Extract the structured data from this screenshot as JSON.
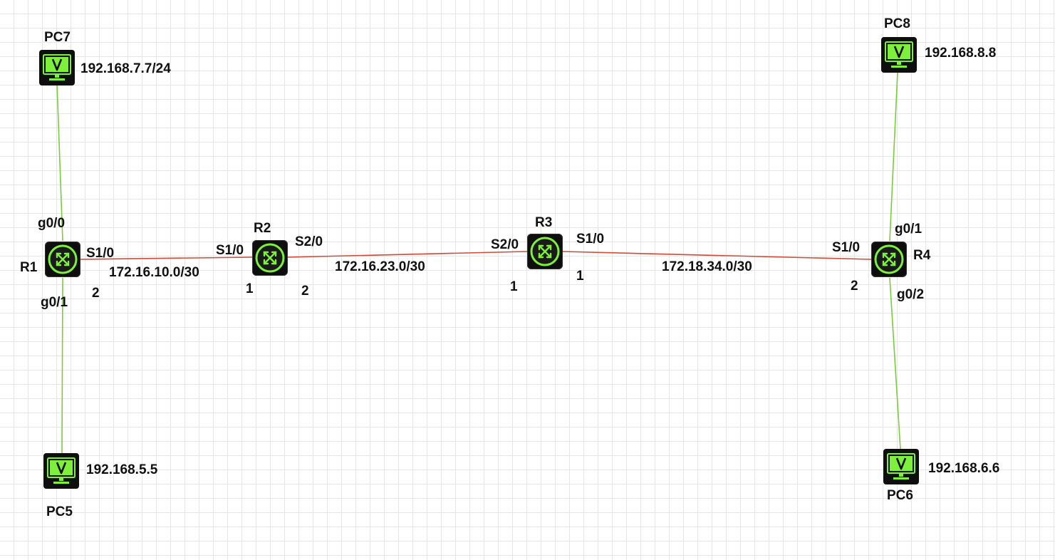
{
  "colors": {
    "ethernet_link": "#7ccb3b",
    "serial_link": "#d04a35",
    "device_body": "#0e0e0e",
    "device_accent": "#7cf03a"
  },
  "devices": {
    "R1": {
      "name": "R1",
      "icon": "router-icon"
    },
    "R2": {
      "name": "R2",
      "icon": "router-icon"
    },
    "R3": {
      "name": "R3",
      "icon": "router-icon"
    },
    "R4": {
      "name": "R4",
      "icon": "router-icon"
    },
    "PC5": {
      "name": "PC5",
      "ip": "192.168.5.5",
      "icon": "pc-monitor-icon"
    },
    "PC6": {
      "name": "PC6",
      "ip": "192.168.6.6",
      "icon": "pc-monitor-icon"
    },
    "PC7": {
      "name": "PC7",
      "ip": "192.168.7.7/24",
      "icon": "pc-monitor-icon"
    },
    "PC8": {
      "name": "PC8",
      "ip": "192.168.8.8",
      "icon": "pc-monitor-icon"
    }
  },
  "interfaces": {
    "r1_g00": "g0/0",
    "r1_g01": "g0/1",
    "r1_s10": "S1/0",
    "r2_s10": "S1/0",
    "r2_s20": "S2/0",
    "r3_s20": "S2/0",
    "r3_s10": "S1/0",
    "r4_s10": "S1/0",
    "r4_g01": "g0/1",
    "r4_g02": "g0/2"
  },
  "subnets": {
    "r1_r2": "172.16.10.0/30",
    "r2_r3": "172.16.23.0/30",
    "r3_r4": "172.18.34.0/30"
  },
  "host_ids": {
    "r1_s10": "2",
    "r2_s10": "1",
    "r2_s20": "2",
    "r3_s20": "1",
    "r3_s10": "1",
    "r4_s10": "2"
  }
}
